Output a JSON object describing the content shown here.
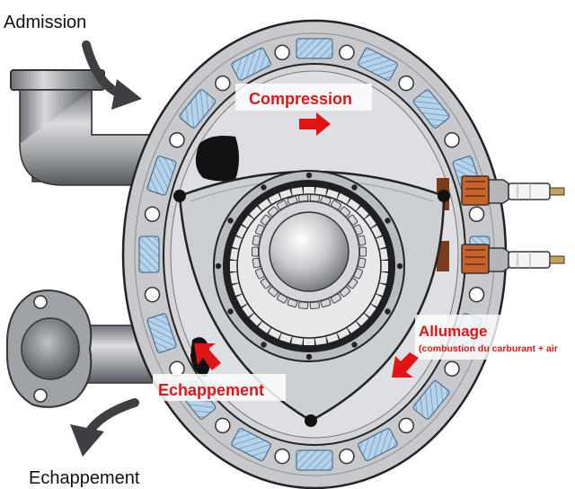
{
  "labels": {
    "admission": "Admission",
    "compression": "Compression",
    "allumage": "Allumage",
    "allumage_sub": "(combustion du carburant + air",
    "echappement_red": "Echappement",
    "echappement_bottom": "Echappement"
  },
  "colors": {
    "label_red": "#e01515",
    "label_black": "#111111",
    "housing_grey": "#c7c9cd",
    "coolant_blue": "#a9cbe3",
    "rotor_grey": "#cfd1d4",
    "spark_plug_copper": "#c8642b"
  },
  "icons": {
    "intake_pipe": "pipe-elbow-icon",
    "exhaust_flange": "flange-icon",
    "spark_plug": "spark-plug-icon",
    "flow_arrow": "curved-arrow-icon",
    "direction_arrow": "red-arrow-icon"
  }
}
